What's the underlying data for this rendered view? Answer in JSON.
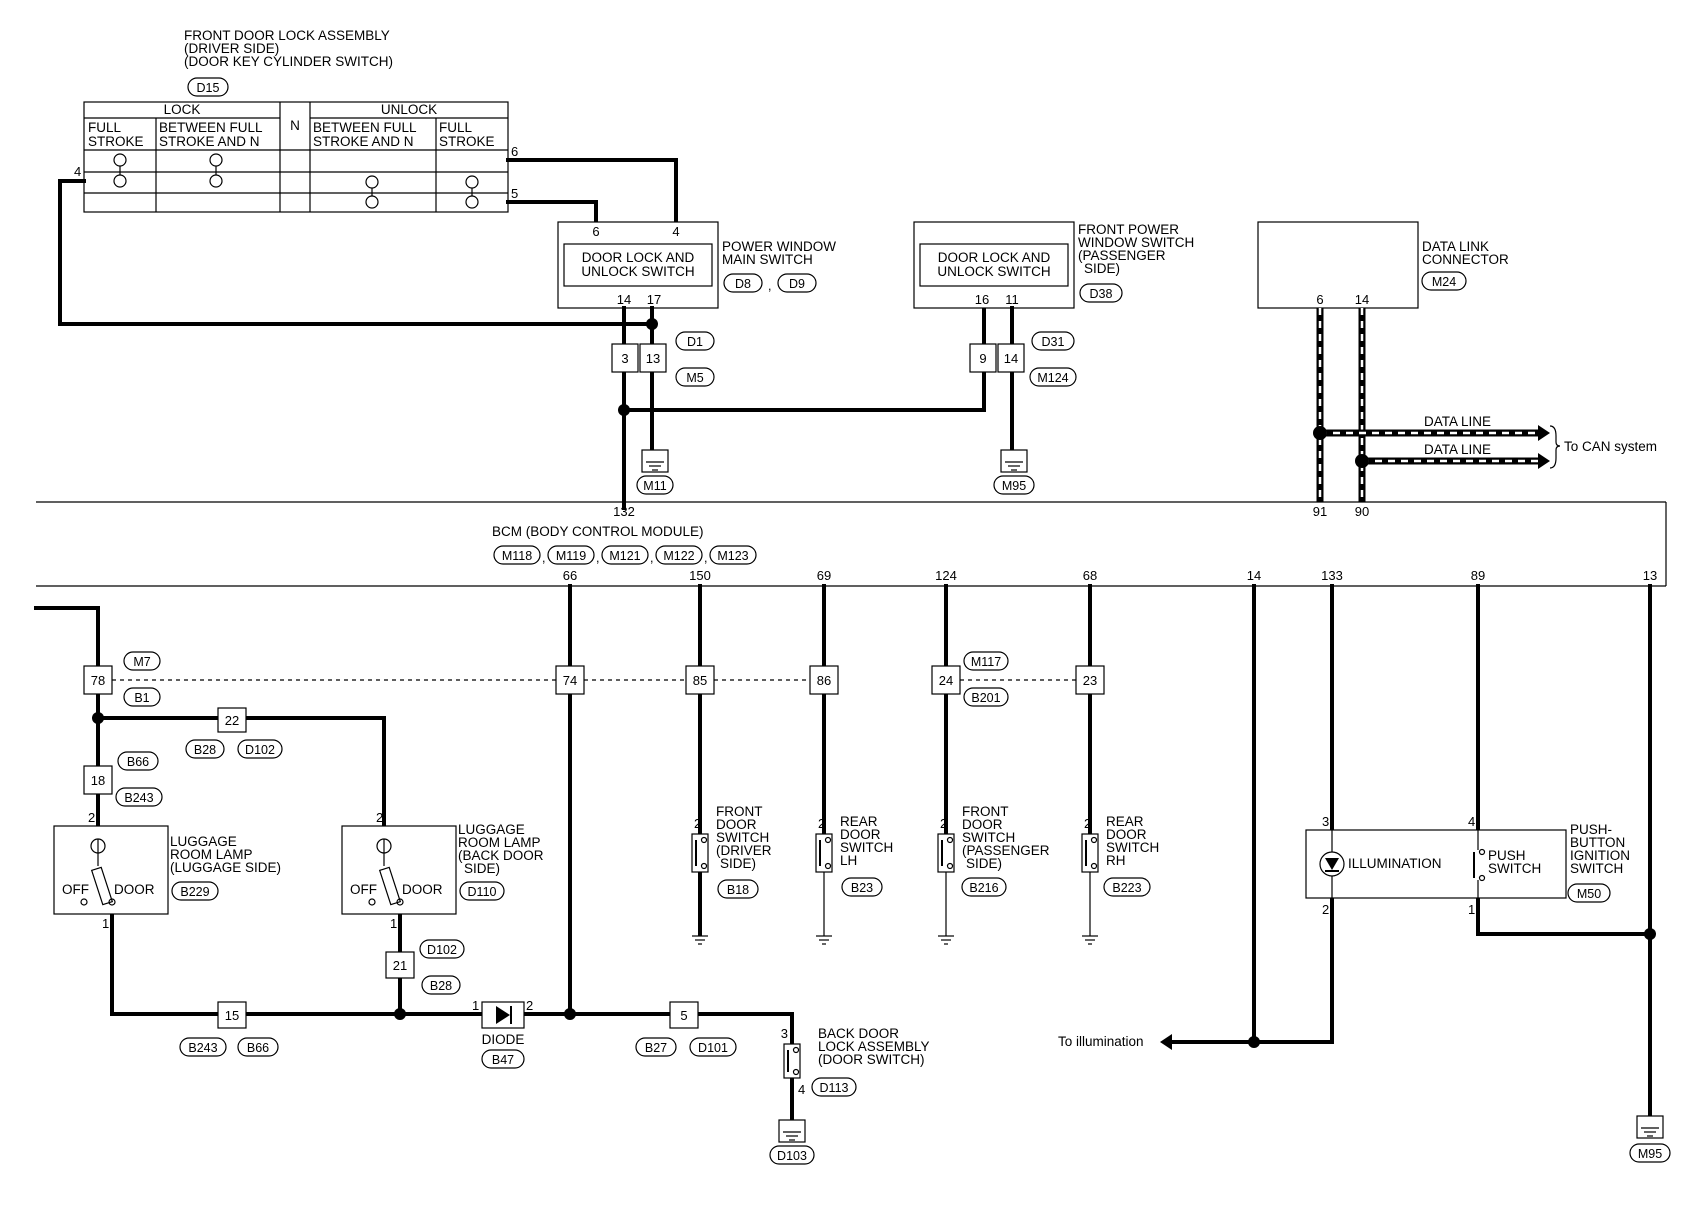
{
  "door_lock_assembly": {
    "title_lines": [
      "FRONT DOOR LOCK ASSEMBLY",
      "(DRIVER SIDE)",
      "(DOOR KEY CYLINDER SWITCH)"
    ],
    "connector": "D15",
    "lock_header": "LOCK",
    "n_header": "N",
    "unlock_header": "UNLOCK",
    "col_full_stroke_1": [
      "FULL",
      "STROKE"
    ],
    "col_between_1": [
      "BETWEEN FULL",
      "STROKE AND N"
    ],
    "col_between_2": [
      "BETWEEN FULL",
      "STROKE AND N"
    ],
    "col_full_stroke_2": [
      "FULL",
      "STROKE"
    ],
    "pin_left": "4",
    "pin_6": "6",
    "pin_5": "5"
  },
  "power_window_main": {
    "inner": [
      "DOOR LOCK AND",
      "UNLOCK SWITCH"
    ],
    "title_lines": [
      "POWER WINDOW",
      "MAIN SWITCH"
    ],
    "connectors": [
      "D8",
      "D9"
    ],
    "pins_top": [
      "6",
      "4"
    ],
    "pins_bottom": [
      "14",
      "17"
    ]
  },
  "front_pw_passenger": {
    "inner": [
      "DOOR LOCK AND",
      "UNLOCK SWITCH"
    ],
    "title_lines": [
      "FRONT POWER",
      "WINDOW SWITCH",
      "(PASSENGER",
      "SIDE)"
    ],
    "connector": "D38",
    "pins_bottom": [
      "16",
      "11"
    ]
  },
  "data_link": {
    "title_lines": [
      "DATA LINK",
      "CONNECTOR"
    ],
    "connector": "M24",
    "pins": [
      "6",
      "14"
    ],
    "line_labels": [
      "DATA LINE",
      "DATA LINE"
    ],
    "can_label": "To CAN system",
    "bcm_pins": [
      "91",
      "90"
    ]
  },
  "joint_d1_m5": {
    "pins": [
      "3",
      "13"
    ],
    "connectors": [
      "D1",
      "M5"
    ],
    "ground": "M11"
  },
  "joint_d31_m124": {
    "pins": [
      "9",
      "14"
    ],
    "connectors": [
      "D31",
      "M124"
    ],
    "ground": "M95"
  },
  "bcm": {
    "title": "BCM (BODY CONTROL MODULE)",
    "connectors": [
      "M118",
      "M119",
      "M121",
      "M122",
      "M123"
    ],
    "top_pin": "132",
    "bottom_pins": [
      "66",
      "150",
      "69",
      "124",
      "68",
      "14",
      "133",
      "89",
      "13"
    ]
  },
  "row_joint": {
    "m7": "M7",
    "b1": "B1",
    "m117": "M117",
    "b201": "B201",
    "pins": [
      "78",
      "74",
      "85",
      "86",
      "24",
      "23"
    ]
  },
  "junction_22": {
    "pin": "22",
    "connectors": [
      "B28",
      "D102"
    ]
  },
  "junction_18": {
    "pin": "18",
    "connectors": [
      "B66",
      "B243"
    ]
  },
  "luggage_lamp_side": {
    "title_lines": [
      "LUGGAGE",
      "ROOM LAMP",
      "(LUGGAGE SIDE)"
    ],
    "connector": "B229",
    "off": "OFF",
    "door": "DOOR",
    "pin_top": "2",
    "pin_bottom": "1"
  },
  "luggage_lamp_back": {
    "title_lines": [
      "LUGGAGE",
      "ROOM LAMP",
      "(BACK DOOR",
      "SIDE)"
    ],
    "connector": "D110",
    "off": "OFF",
    "door": "DOOR",
    "pin_top": "2",
    "pin_bottom": "1"
  },
  "junction_21": {
    "pin": "21",
    "connectors": [
      "D102",
      "B28"
    ]
  },
  "junction_15": {
    "pin": "15",
    "connectors": [
      "B243",
      "B66"
    ]
  },
  "diode": {
    "label": "DIODE",
    "connector": "B47",
    "pins": [
      "1",
      "2"
    ]
  },
  "junction_5": {
    "pin": "5",
    "connectors": [
      "B27",
      "D101"
    ]
  },
  "back_door_lock": {
    "title_lines": [
      "BACK DOOR",
      "LOCK ASSEMBLY",
      "(DOOR SWITCH)"
    ],
    "connector": "D113",
    "ground": "D103",
    "pins": [
      "3",
      "4"
    ]
  },
  "door_switches": [
    {
      "title_lines": [
        "FRONT",
        "DOOR",
        "SWITCH",
        "(DRIVER",
        "SIDE)"
      ],
      "connector": "B18",
      "pin": "2"
    },
    {
      "title_lines": [
        "REAR",
        "DOOR",
        "SWITCH",
        "LH"
      ],
      "connector": "B23",
      "pin": "2"
    },
    {
      "title_lines": [
        "FRONT",
        "DOOR",
        "SWITCH",
        "(PASSENGER",
        "SIDE)"
      ],
      "connector": "B216",
      "pin": "2"
    },
    {
      "title_lines": [
        "REAR",
        "DOOR",
        "SWITCH",
        "RH"
      ],
      "connector": "B223",
      "pin": "2"
    }
  ],
  "push_button": {
    "illumination": "ILLUMINATION",
    "push_switch": [
      "PUSH",
      "SWITCH"
    ],
    "title_lines": [
      "PUSH-",
      "BUTTON",
      "IGNITION",
      "SWITCH"
    ],
    "connector": "M50",
    "pins": [
      "3",
      "4",
      "2",
      "1"
    ]
  },
  "to_illumination": "To illumination",
  "ground_right": "M95"
}
